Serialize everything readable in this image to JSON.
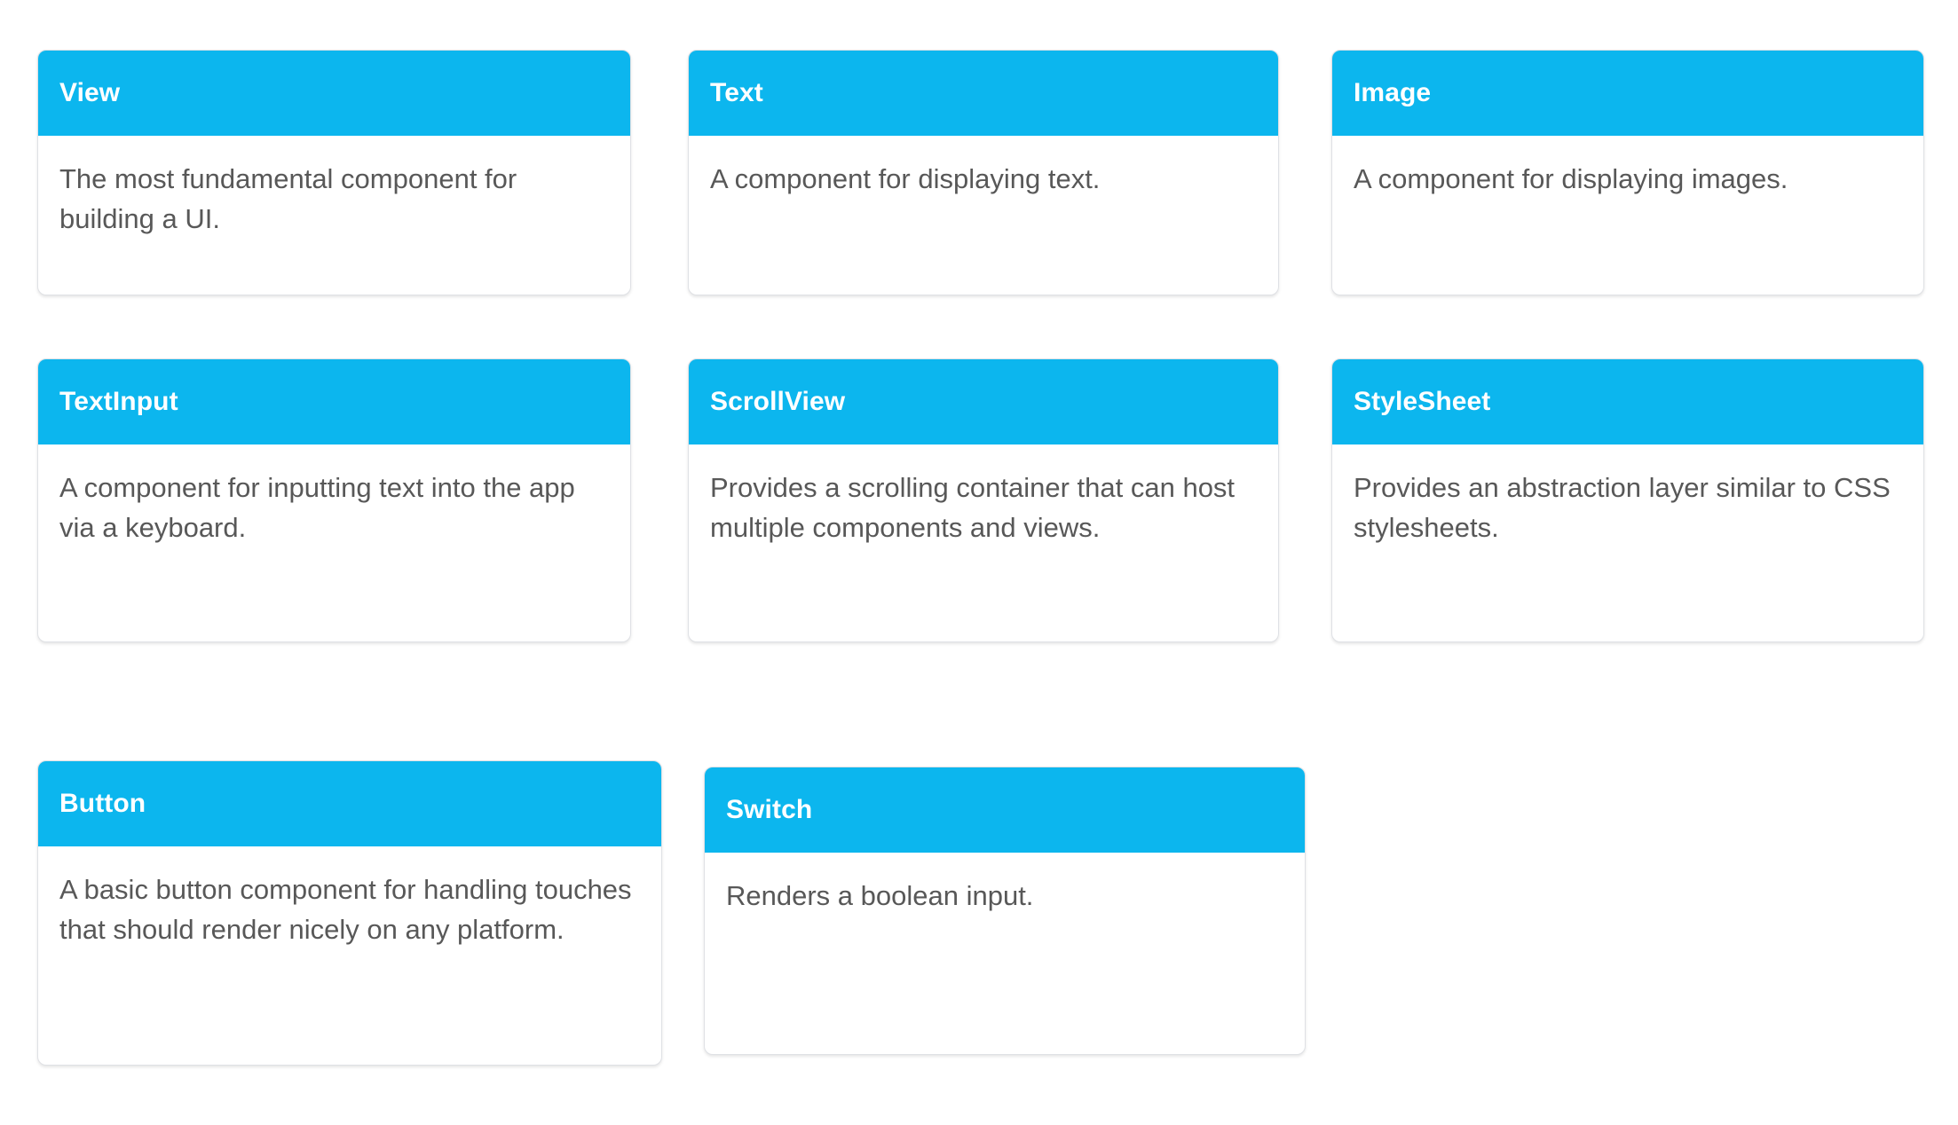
{
  "theme": {
    "header_background": "#0cb6ee",
    "header_text_color": "#ffffff",
    "card_background": "#ffffff",
    "card_border_color": "#dfe1e5",
    "body_text_color": "#585858",
    "page_background": "#ffffff"
  },
  "cards": [
    {
      "title": "View",
      "description": "The most fundamental component for building a UI."
    },
    {
      "title": "Text",
      "description": "A component for displaying text."
    },
    {
      "title": "Image",
      "description": "A component for displaying images."
    },
    {
      "title": "TextInput",
      "description": "A component for inputting text into the app via a keyboard."
    },
    {
      "title": "ScrollView",
      "description": "Provides a scrolling container that can host multiple components and views."
    },
    {
      "title": "StyleSheet",
      "description": "Provides an abstraction layer similar to CSS stylesheets."
    },
    {
      "title": "Button",
      "description": "A basic button component for handling touches that should render nicely on any platform."
    },
    {
      "title": "Switch",
      "description": "Renders a boolean input."
    }
  ]
}
